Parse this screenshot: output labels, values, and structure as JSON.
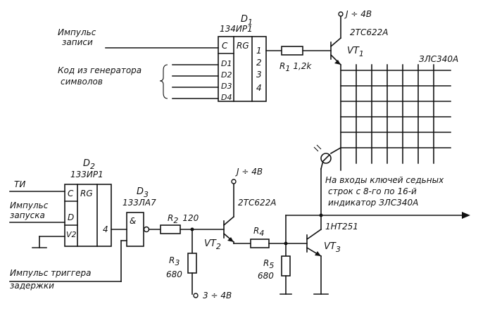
{
  "inputs": {
    "write_pulse": [
      "Импульс",
      "записи"
    ],
    "char_code": [
      "Код из генератора",
      "символов"
    ],
    "ti": "ТИ",
    "start_pulse": [
      "Импульс",
      "запуска"
    ],
    "delay_trigger": [
      "Импульс триггера",
      "задержки"
    ]
  },
  "d1": {
    "ref": "D",
    "ref_sub": "1",
    "type": "134ИР1",
    "pins_left": [
      "C",
      "D1",
      "D2",
      "D3",
      "D4"
    ],
    "rg": "RG",
    "pins_right": [
      "1",
      "2",
      "3",
      "4"
    ]
  },
  "d2": {
    "ref": "D",
    "ref_sub": "2",
    "type": "133ИР1",
    "pins_left": [
      "C",
      "D",
      "V2"
    ],
    "rg": "RG",
    "pin_out": "4"
  },
  "d3": {
    "ref": "D",
    "ref_sub": "3",
    "type": "133ЛА7",
    "symbol": "&"
  },
  "vt1": {
    "ref": "VT",
    "ref_sub": "1",
    "type": "2ТС622А",
    "supply": "J ÷ 4В"
  },
  "vt2": {
    "ref": "VT",
    "ref_sub": "2",
    "type": "2ТС622А",
    "supply": "J ÷ 4В"
  },
  "vt3": {
    "ref": "VT",
    "ref_sub": "3",
    "type": "1НТ251"
  },
  "r1": {
    "ref": "R",
    "ref_sub": "1",
    "value": "1,2k"
  },
  "r2": {
    "ref": "R",
    "ref_sub": "2",
    "value": "120"
  },
  "r3": {
    "ref": "R",
    "ref_sub": "3",
    "value": "680",
    "supply": "3 ÷ 4В"
  },
  "r4": {
    "ref": "R",
    "ref_sub": "4"
  },
  "r5": {
    "ref": "R",
    "ref_sub": "5",
    "value": "680"
  },
  "display": {
    "type": "ЗЛС340А"
  },
  "output_note": [
    "На входы ключей седьных",
    "строк с 8-го по 16-й",
    "индикатор ЗЛС340А"
  ]
}
